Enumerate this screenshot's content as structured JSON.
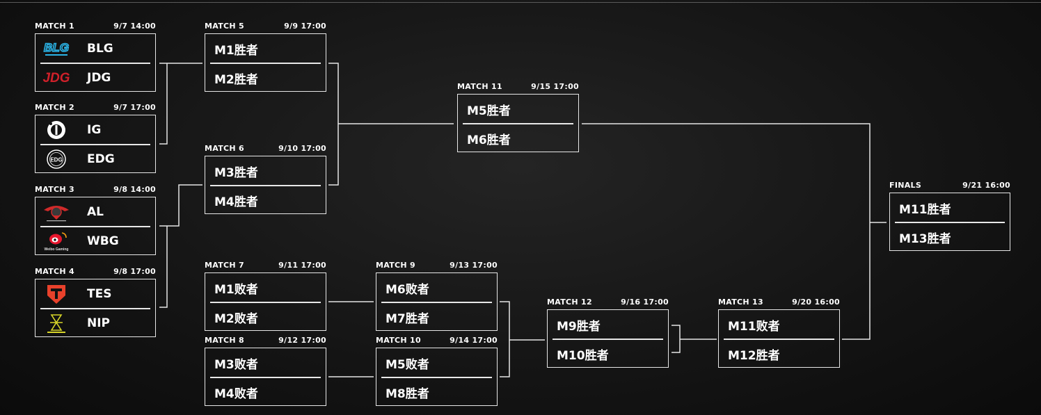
{
  "matches": {
    "m1": {
      "label": "MATCH 1",
      "time": "9/7  14:00",
      "top": "BLG",
      "bot": "JDG"
    },
    "m2": {
      "label": "MATCH 2",
      "time": "9/7  17:00",
      "top": "IG",
      "bot": "EDG"
    },
    "m3": {
      "label": "MATCH 3",
      "time": "9/8  14:00",
      "top": "AL",
      "bot": "WBG"
    },
    "m4": {
      "label": "MATCH 4",
      "time": "9/8  17:00",
      "top": "TES",
      "bot": "NIP"
    },
    "m5": {
      "label": "MATCH 5",
      "time": "9/9  17:00",
      "top": "M1胜者",
      "bot": "M2胜者"
    },
    "m6": {
      "label": "MATCH 6",
      "time": "9/10  17:00",
      "top": "M3胜者",
      "bot": "M4胜者"
    },
    "m7": {
      "label": "MATCH 7",
      "time": "9/11  17:00",
      "top": "M1败者",
      "bot": "M2败者"
    },
    "m8": {
      "label": "MATCH 8",
      "time": "9/12  17:00",
      "top": "M3败者",
      "bot": "M4败者"
    },
    "m9": {
      "label": "MATCH 9",
      "time": "9/13  17:00",
      "top": "M6败者",
      "bot": "M7胜者"
    },
    "m10": {
      "label": "MATCH 10",
      "time": "9/14  17:00",
      "top": "M5败者",
      "bot": "M8胜者"
    },
    "m11": {
      "label": "MATCH 11",
      "time": "9/15  17:00",
      "top": "M5胜者",
      "bot": "M6胜者"
    },
    "m12": {
      "label": "MATCH 12",
      "time": "9/16  17:00",
      "top": "M9胜者",
      "bot": "M10胜者"
    },
    "m13": {
      "label": "MATCH 13",
      "time": "9/20  16:00",
      "top": "M11败者",
      "bot": "M12胜者"
    },
    "finals": {
      "label": "FINALS",
      "time": "9/21  16:00",
      "top": "M11胜者",
      "bot": "M13胜者"
    }
  },
  "logos": {
    "blg": {
      "icon": "blg-logo",
      "text": "BLG",
      "color": "#2bb3e6"
    },
    "jdg": {
      "icon": "jdg-logo",
      "text": "JDG",
      "color": "#d0202a"
    },
    "ig": {
      "icon": "ig-logo",
      "color": "#ffffff"
    },
    "edg": {
      "icon": "edg-logo",
      "text": "EDG",
      "color": "#ffffff"
    },
    "al": {
      "icon": "al-logo",
      "color": "#d02a2a"
    },
    "wbg": {
      "icon": "wbg-logo",
      "text": "Weibo Gaming",
      "color": "#e6162d"
    },
    "tes": {
      "icon": "tes-logo",
      "color": "#e8412b"
    },
    "nip": {
      "icon": "nip-logo",
      "color": "#d8d629"
    }
  },
  "colors": {
    "background": "#141414",
    "line": "#e6e6e6",
    "text": "#ffffff"
  }
}
